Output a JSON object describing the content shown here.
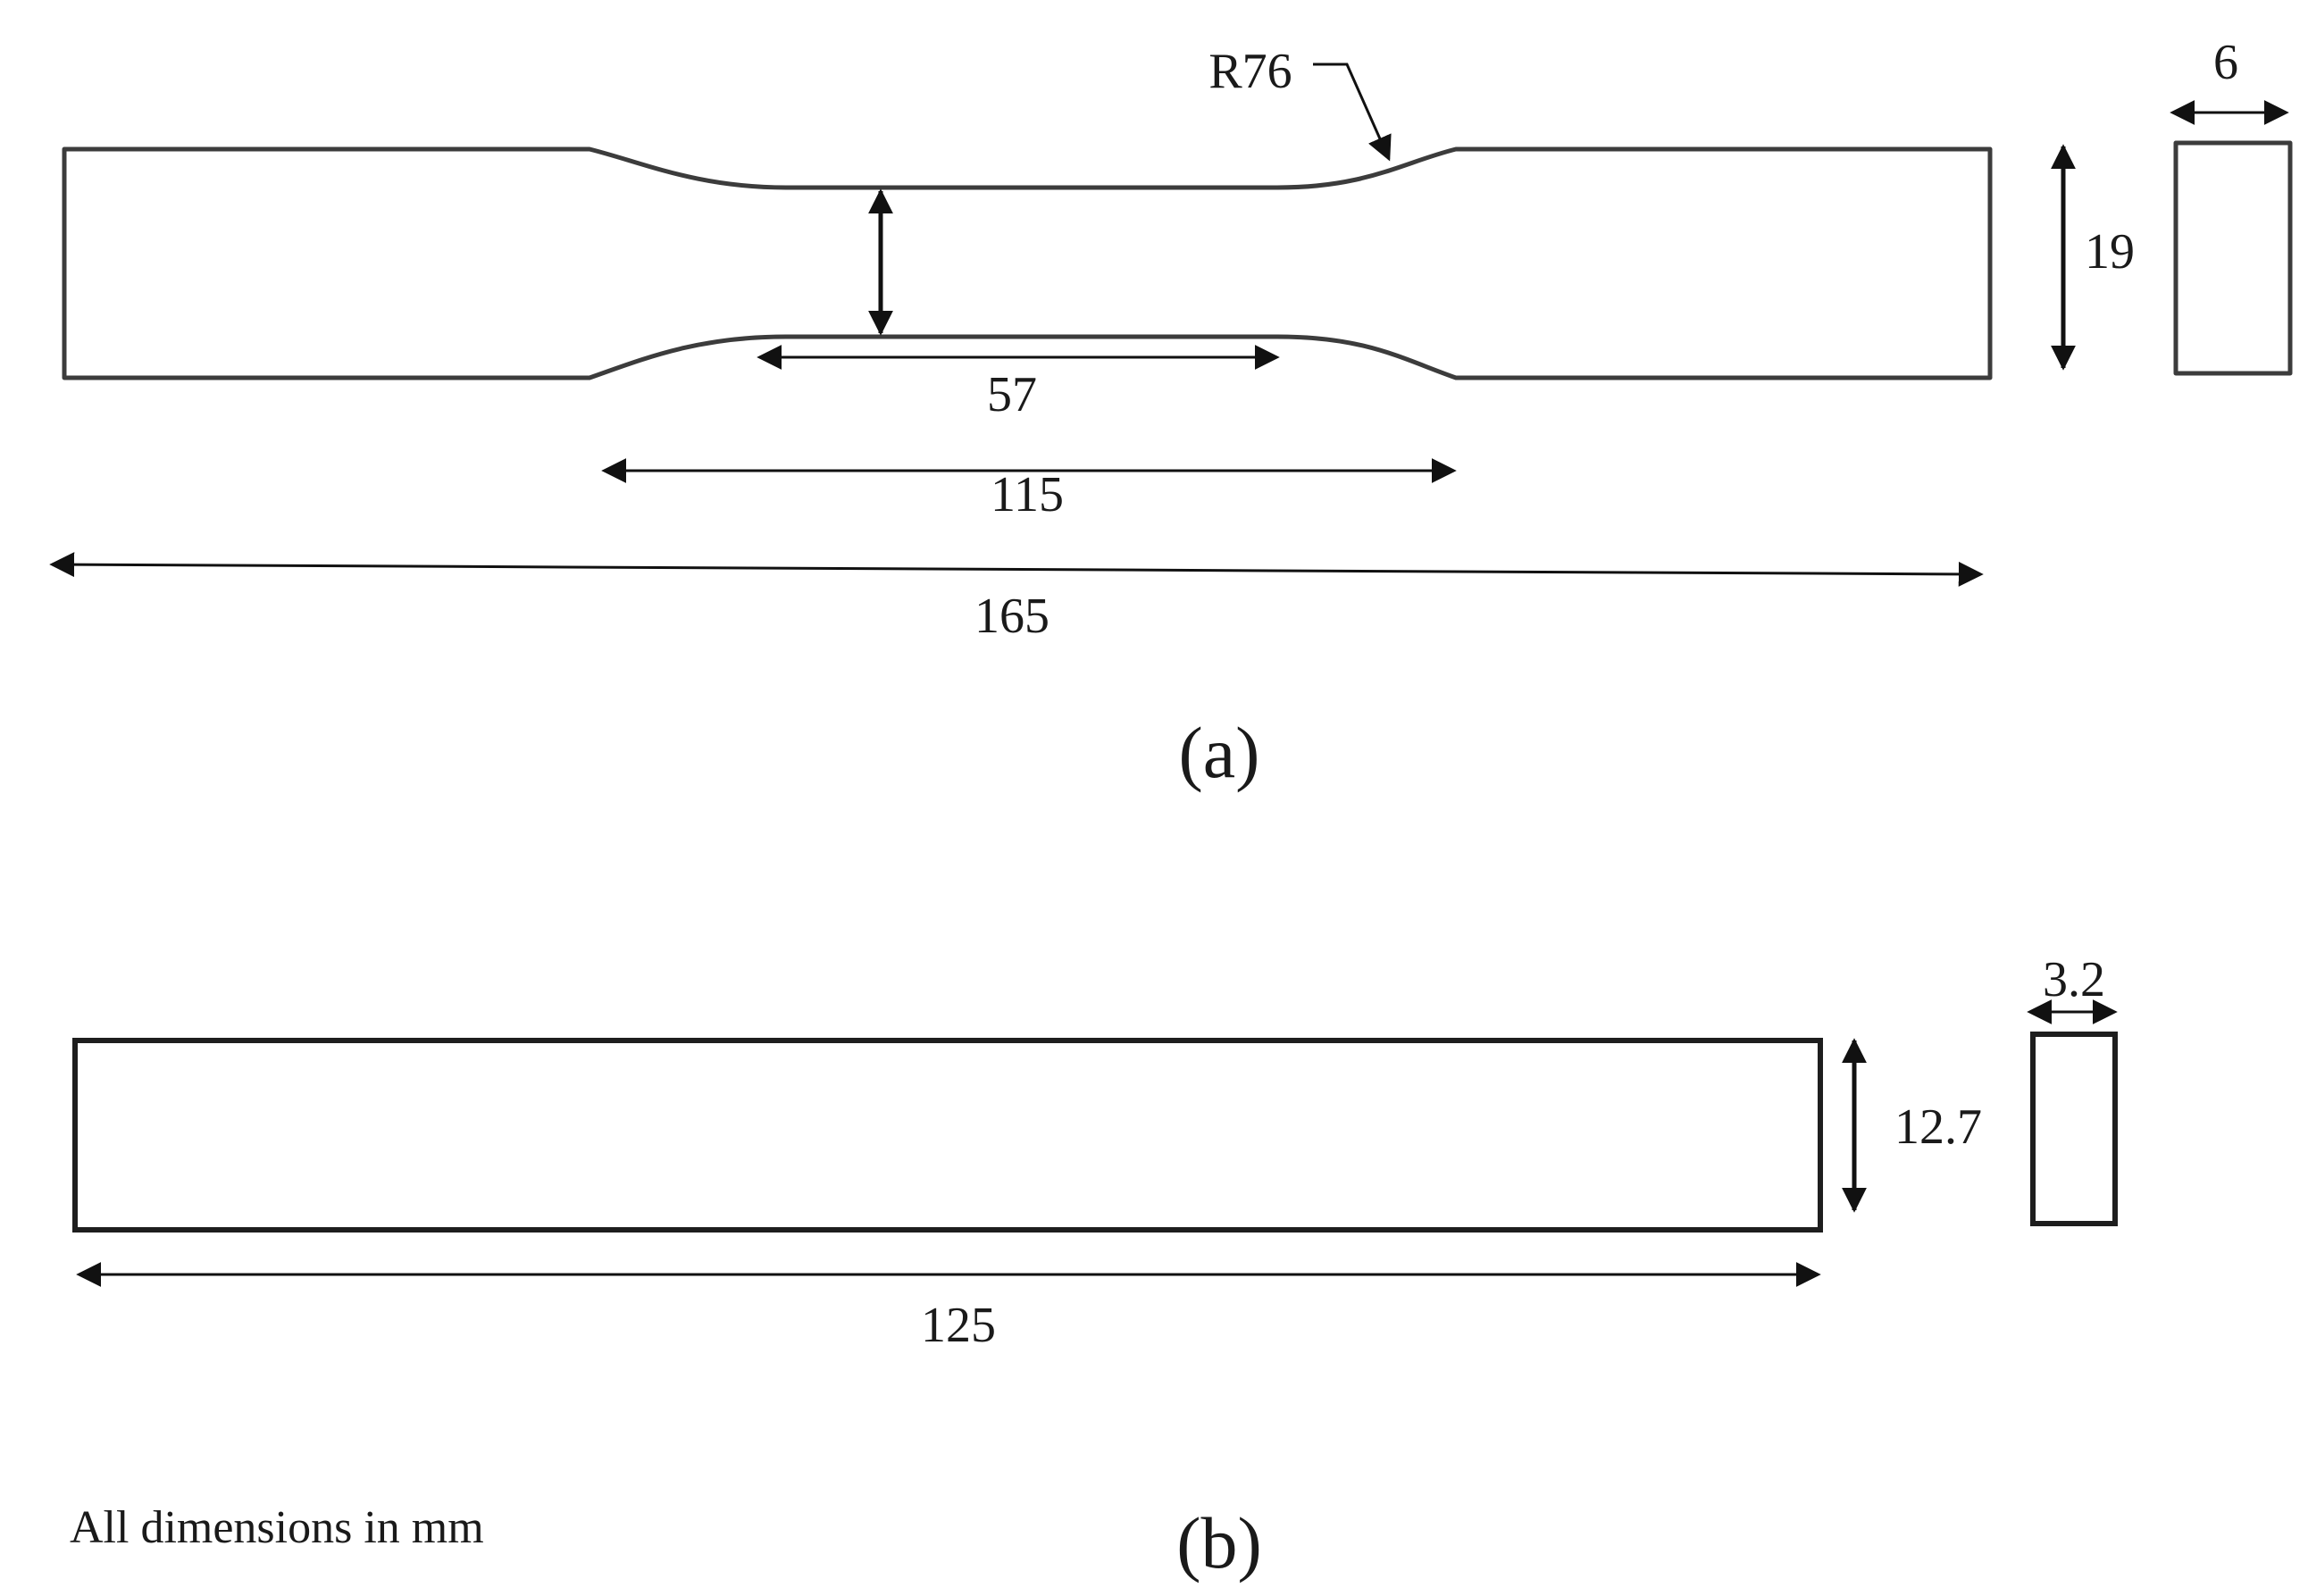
{
  "figure": {
    "part_a": {
      "caption": "(a)",
      "fillet_radius_label": "R76",
      "thickness_label": "6",
      "width_label": "19",
      "gauge_length_label": "57",
      "reduced_section_label": "115",
      "overall_length_label": "165"
    },
    "part_b": {
      "caption": "(b)",
      "thickness_label": "3.2",
      "width_label": "12.7",
      "length_label": "125"
    },
    "note": "All dimensions in mm"
  }
}
